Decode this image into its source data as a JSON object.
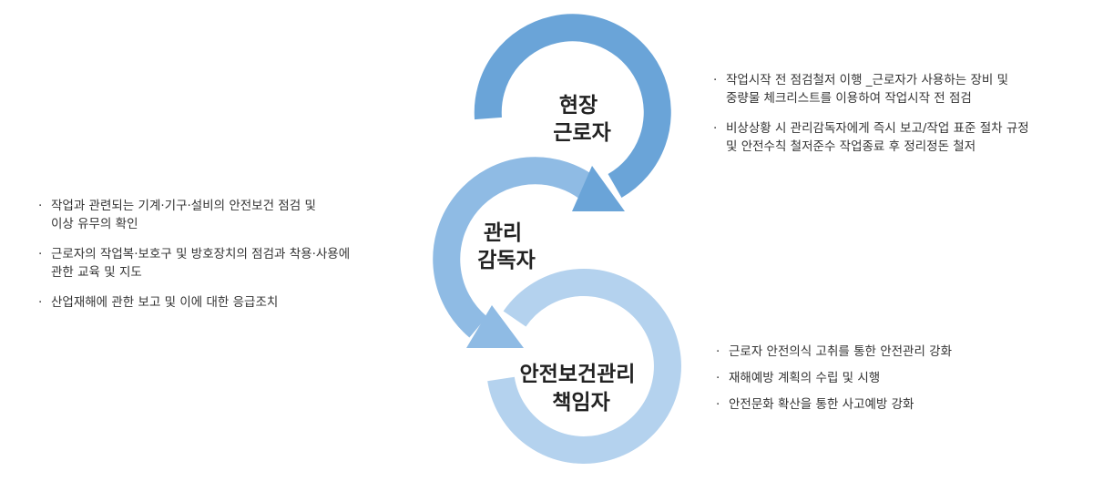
{
  "colors": {
    "ring_top": "#6aa4d8",
    "ring_middle": "#8fbbe4",
    "ring_bottom": "#b4d2ee",
    "text": "#333333"
  },
  "nodes": {
    "worker": {
      "line1": "현장",
      "line2": "근로자"
    },
    "supervisor": {
      "line1": "관리",
      "line2": "감독자"
    },
    "manager": {
      "line1": "안전보건관리",
      "line2": "책임자"
    }
  },
  "bullet_symbol": "·",
  "lists": {
    "worker": [
      {
        "line1": "작업시작 전 점검철저 이행 _근로자가 사용하는 장비 및",
        "line2": "중량물 체크리스트를 이용하여 작업시작 전 점검"
      },
      {
        "line1": "비상상황 시  관리감독자에게 즉시 보고/작업 표준 절차 규정",
        "line2": "및 안전수칙 철저준수 작업종료 후 정리정돈 철저"
      }
    ],
    "supervisor": [
      {
        "line1": "작업과 관련되는 기계·기구·설비의 안전보건 점검 및",
        "line2": "이상 유무의 확인"
      },
      {
        "line1": "근로자의 작업복·보호구 및 방호장치의 점검과 착용·사용에",
        "line2": "관한 교육 및 지도"
      },
      {
        "line1": "산업재해에 관한 보고 및 이에 대한 응급조치",
        "line2": ""
      }
    ],
    "manager": [
      {
        "line1": "근로자 안전의식 고취를 통한 안전관리 강화",
        "line2": ""
      },
      {
        "line1": "재해예방 계획의 수립 및 시행",
        "line2": ""
      },
      {
        "line1": "안전문화 확산을 통한 사고예방 강화",
        "line2": ""
      }
    ]
  }
}
